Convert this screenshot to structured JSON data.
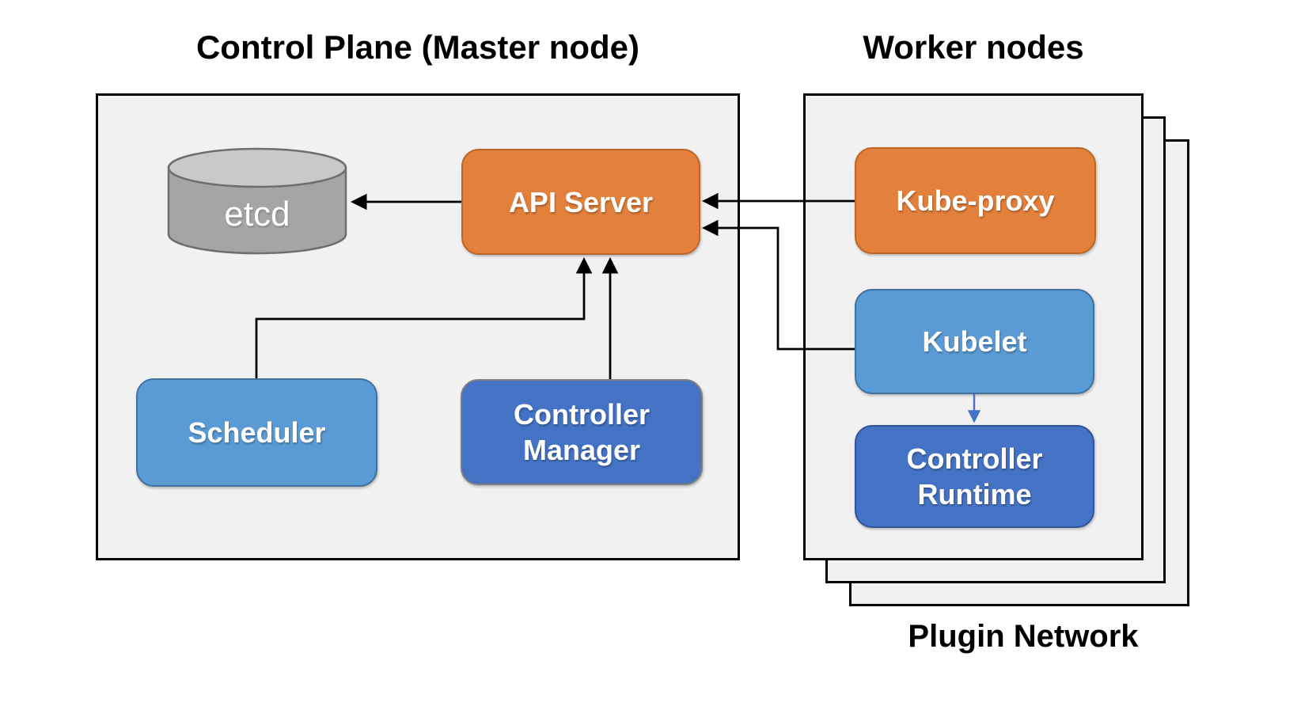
{
  "titles": {
    "control_plane": "Control Plane (Master node)",
    "worker_nodes": "Worker nodes",
    "plugin_network": "Plugin Network"
  },
  "nodes": {
    "etcd": {
      "label": "etcd",
      "shape": "cylinder",
      "fill": "#a5a5a5",
      "top_fill": "#c9c9c9",
      "border": "#6e6e6e"
    },
    "api_server": {
      "label": "API Server",
      "shape": "rounded-rectangle",
      "fill": "#e2803c",
      "border": "#bc6526"
    },
    "scheduler": {
      "label": "Scheduler",
      "shape": "rounded-rectangle",
      "fill": "#5b9bd5",
      "border": "#41719c"
    },
    "controller_manager": {
      "label": "Controller Manager",
      "shape": "rounded-rectangle",
      "fill": "#4472c4",
      "border": "#7f7f7f"
    },
    "kube_proxy": {
      "label": "Kube-proxy",
      "shape": "rounded-rectangle",
      "fill": "#e2803c",
      "border": "#bc6526"
    },
    "kubelet": {
      "label": "Kubelet",
      "shape": "rounded-rectangle",
      "fill": "#5b9bd5",
      "border": "#41719c"
    },
    "controller_runtime": {
      "label": "Controller Runtime",
      "shape": "rounded-rectangle",
      "fill": "#4472c4",
      "border": "#2f5597"
    }
  },
  "groups": {
    "control_plane": {
      "title": "Control Plane (Master node)",
      "members": [
        "etcd",
        "api_server",
        "scheduler",
        "controller_manager"
      ]
    },
    "worker_nodes": {
      "title": "Worker nodes",
      "stacked_pages": 3,
      "members": [
        "kube_proxy",
        "kubelet",
        "controller_runtime"
      ],
      "caption": "Plugin Network"
    }
  },
  "edges": [
    {
      "from": "api_server",
      "to": "etcd",
      "arrow": "single",
      "color": "#000000",
      "style": "elbow-straight"
    },
    {
      "from": "scheduler",
      "to": "api_server",
      "arrow": "single",
      "color": "#000000",
      "style": "elbow"
    },
    {
      "from": "controller_manager",
      "to": "api_server",
      "arrow": "single",
      "color": "#000000",
      "style": "straight"
    },
    {
      "from": "kube_proxy",
      "to": "api_server",
      "arrow": "single",
      "color": "#000000",
      "style": "straight"
    },
    {
      "from": "kubelet",
      "to": "api_server",
      "arrow": "single",
      "color": "#000000",
      "style": "elbow"
    },
    {
      "from": "kubelet",
      "to": "controller_runtime",
      "arrow": "single",
      "color": "#4472c4",
      "style": "straight"
    }
  ],
  "palette": {
    "page_background": "#ffffff",
    "panel_background": "#f1f1f1",
    "panel_border": "#000000",
    "orange": "#e2803c",
    "light_blue": "#5b9bd5",
    "dark_blue": "#4472c4",
    "cylinder_gray": "#a5a5a5",
    "cylinder_top_gray": "#c9c9c9",
    "arrow_black": "#000000",
    "arrow_blue": "#4472c4",
    "text_white": "#ffffff",
    "text_black": "#000000"
  }
}
